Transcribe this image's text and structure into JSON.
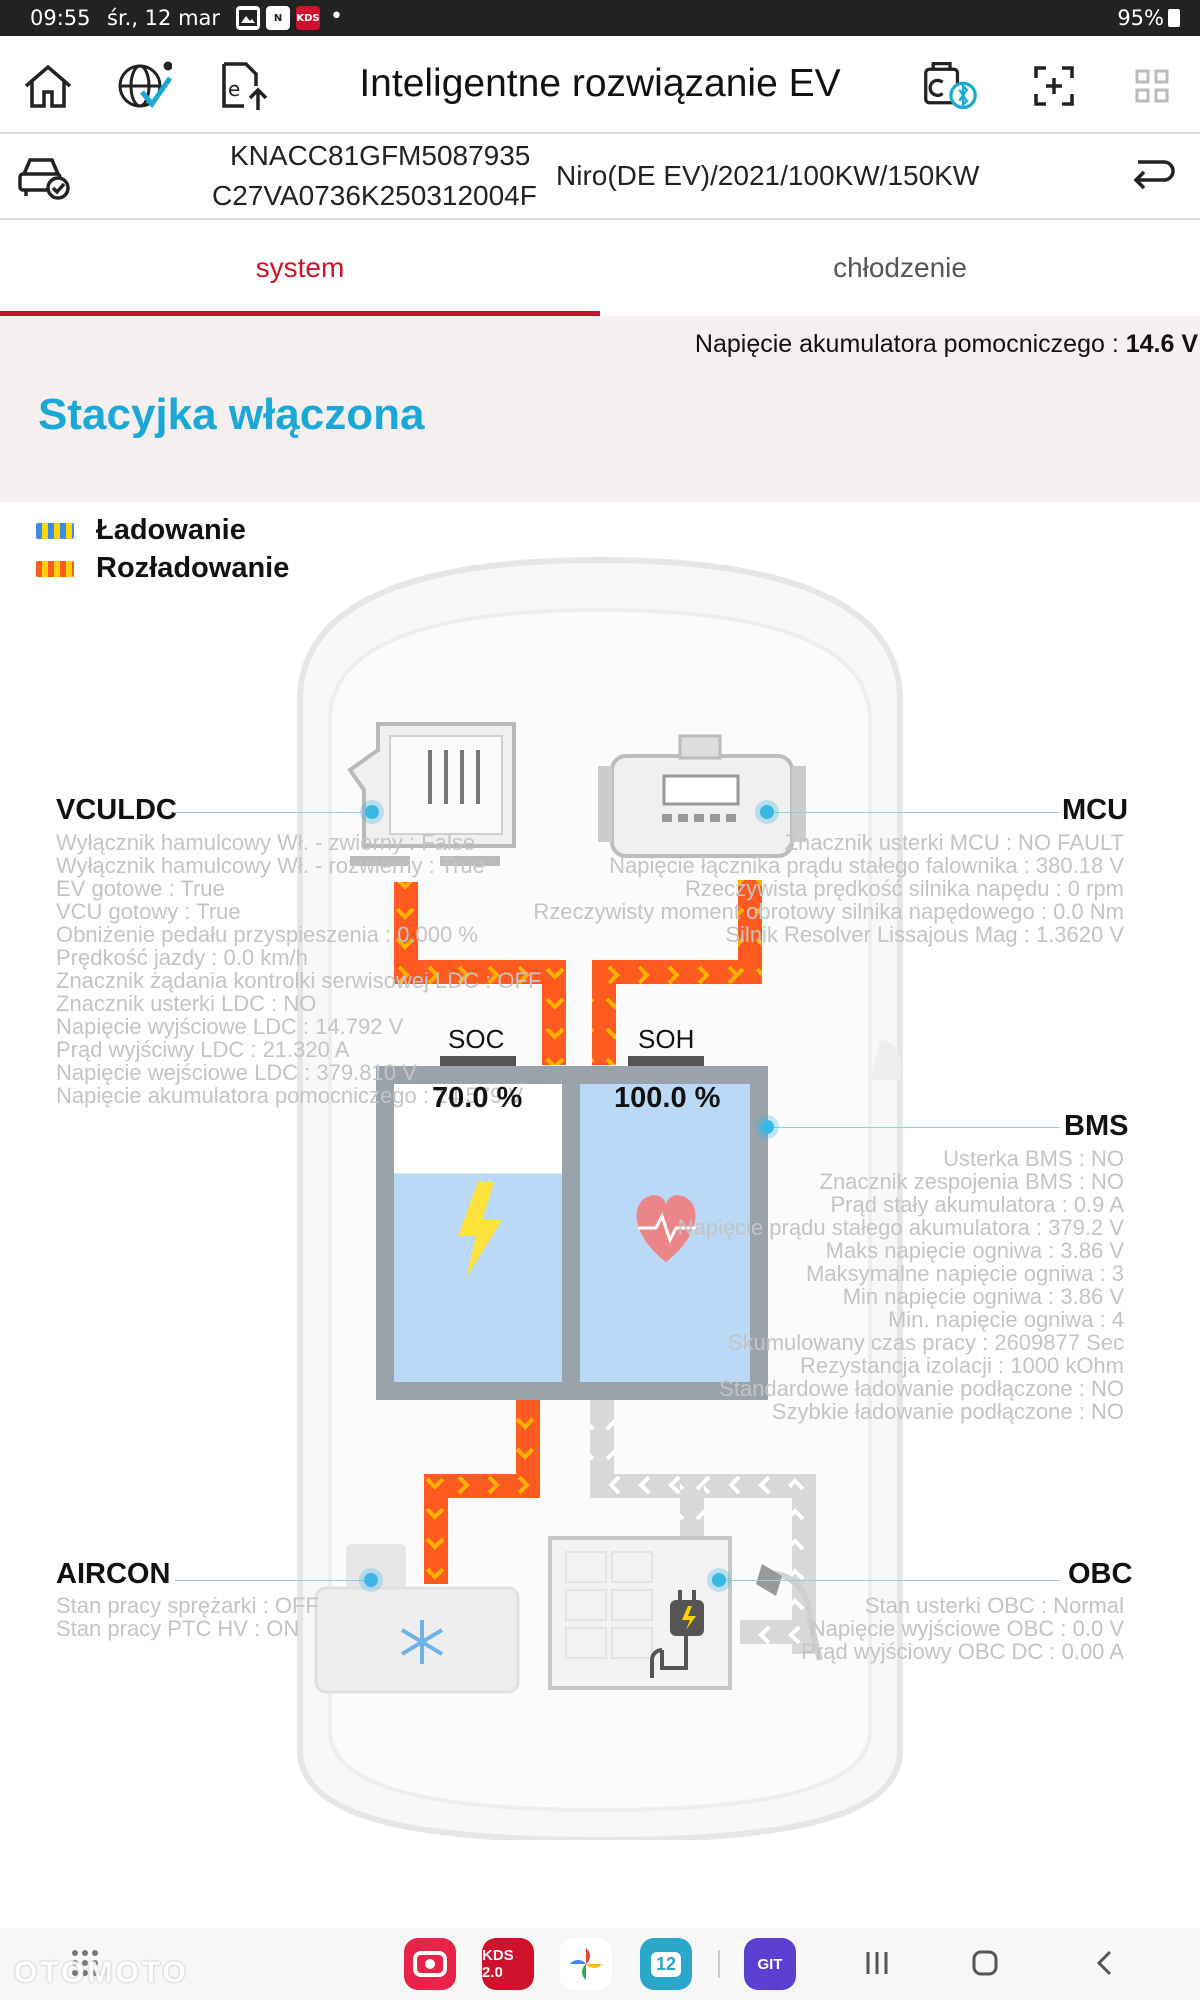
{
  "status_bar": {
    "time": "09:55",
    "date": "śr., 12 mar",
    "battery": "95%",
    "notif_icons": [
      "image-icon",
      "git-n-icon",
      "kds-icon"
    ]
  },
  "header": {
    "title": "Inteligentne rozwiązanie EV",
    "icons": [
      "home-icon",
      "globe-check-icon",
      "export-file-icon",
      "vci-bluetooth-icon",
      "capture-icon",
      "grid-icon"
    ]
  },
  "vehicle": {
    "vin": "KNACC81GFM5087935",
    "code": "C27VA0736K250312004F",
    "model": "Niro(DE EV)/2021/100KW/150KW"
  },
  "tabs": [
    {
      "label": "system",
      "active": true
    },
    {
      "label": "chłodzenie",
      "active": false
    }
  ],
  "aux_battery": {
    "label": "Napięcie akumulatora pomocniczego : ",
    "value": "14.6 V"
  },
  "ignition": "Stacyjka włączona",
  "legend": {
    "charging": "Ładowanie",
    "discharging": "Rozładowanie"
  },
  "colors": {
    "accent": "#d0112b",
    "cyan": "#1aa9d6",
    "flow_charge": "#3a8de0",
    "flow_discharge": "#ff5a1f",
    "flow_yellow": "#ffd400"
  },
  "vculdc": {
    "title": "VCULDC",
    "lines": [
      "Wyłącznik hamulcowy  Wł. - zwierny : False",
      "Wyłącznik hamulcowy  Wł. - rozwierny : True",
      "EV gotowe : True",
      "VCU gotowy : True",
      "Obniżenie pedału przyspieszenia : 0.000 %",
      "Prędkość jazdy : 0.0 km/h",
      "Znacznik żądania kontrolki serwisowej LDC : OFF",
      "Znacznik usterki LDC : NO",
      "Napięcie wyjściowe LDC : 14.792 V",
      "Prąd wyjściwy LDC : 21.320 A",
      "Napięcie wejściowe LDC : 379.810 V",
      "Napięcie akumulatora pomocniczego : 14.579 V"
    ]
  },
  "mcu": {
    "title": "MCU",
    "lines": [
      "Znacznik usterki MCU : NO FAULT",
      "Napięcie łącznika prądu stałego falownika : 380.18 V",
      "Rzeczywista prędkość silnika napędu : 0 rpm",
      "Rzeczywisty moment obrotowy silnika napędowego : 0.0 Nm",
      "Silnik Resolver Lissajous Mag : 1.3620 V"
    ]
  },
  "bms": {
    "title": "BMS",
    "lines": [
      "Usterka BMS : NO",
      "Znacznik zespojenia BMS : NO",
      "Prąd stały akumulatora : 0.9 A",
      "Napięcie prądu stałego akumulatora : 379.2 V",
      "Maks napięcie ogniwa : 3.86 V",
      "Maksymalne napięcie ogniwa : 3",
      "Min napięcie ogniwa : 3.86 V",
      "Min. napięcie ogniwa : 4",
      "Skumulowany czas pracy : 2609877 Sec",
      "Rezystancja izolacji : 1000 kOhm",
      "Standardowe ładowanie podłączone : NO",
      "Szybkie ładowanie podłączone : NO"
    ]
  },
  "aircon": {
    "title": "AIRCON",
    "lines": [
      "Stan pracy sprężarki : OFF",
      "Stan pracy PTC HV : ON"
    ]
  },
  "obc": {
    "title": "OBC",
    "lines": [
      "Stan usterki OBC : Normal",
      "Napięcie wyjściowe OBC : 0.0 V",
      "Prąd wyjściowy OBC DC : 0.00 A"
    ]
  },
  "battery": {
    "soc_label": "SOC",
    "soc_value": "70.0 %",
    "soc": 0.7,
    "soh_label": "SOH",
    "soh_value": "100.0 %",
    "soh": 1.0
  },
  "nav_bar": {
    "apps": [
      "screen-recorder-icon",
      "kds-app-icon",
      "photos-icon",
      "calendar-icon",
      "git-app-icon"
    ],
    "kds_label": "KDS 2.0",
    "calendar_day": "12",
    "git_label": "GIT",
    "watermark": "OTOMOTO"
  }
}
